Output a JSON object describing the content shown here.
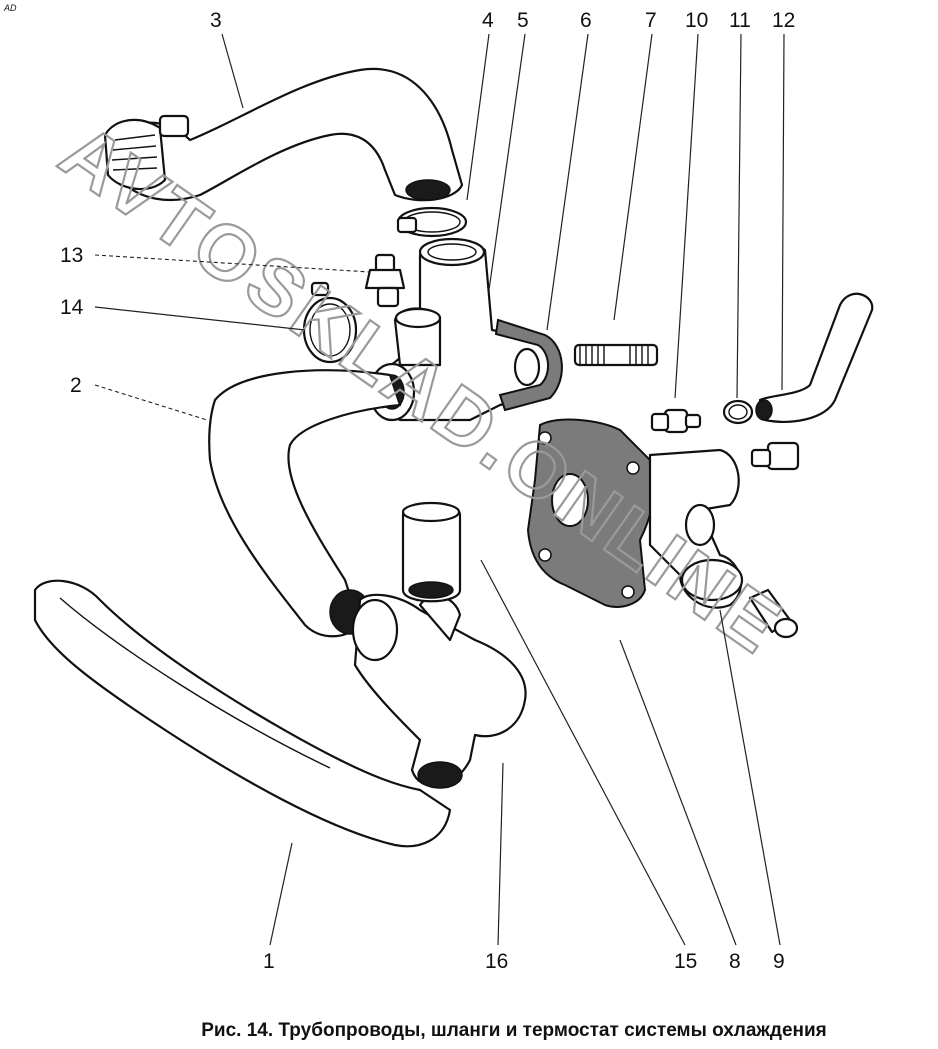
{
  "corner_code": "AD",
  "caption": "Рис. 14. Трубопроводы, шланги и термостат системы охлаждения",
  "watermark": "AVTOSKLAD.ONLINE",
  "callouts": [
    "1",
    "2",
    "3",
    "4",
    "5",
    "6",
    "7",
    "8",
    "9",
    "10",
    "11",
    "12",
    "13",
    "14",
    "15",
    "16"
  ]
}
